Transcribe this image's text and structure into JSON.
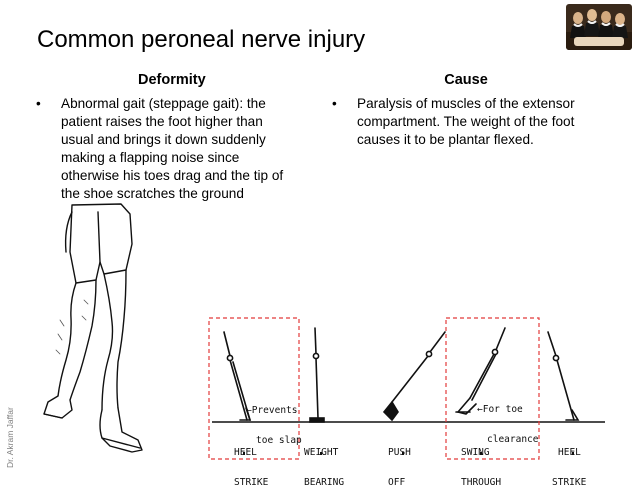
{
  "slide": {
    "title": "Common peroneal nerve injury",
    "credit": "Dr. Akram Jaffar",
    "thumbnail_icon": "anatomy-painting-thumbnail"
  },
  "deformity": {
    "heading": "Deformity",
    "lines": [
      "Abnormal gait (steppage gait): the",
      "patient raises the foot higher than",
      "usual and brings it down suddenly",
      "making a flapping noise since",
      "otherwise his toes drag and the tip of",
      "the shoe scratches the ground"
    ]
  },
  "cause": {
    "heading": "Cause",
    "lines": [
      "Paralysis of muscles of the extensor",
      "compartment. The weight of the foot",
      "causes it to be plantar flexed."
    ]
  },
  "gait": {
    "phases": [
      {
        "line1": "HEEL",
        "line2": "STRIKE"
      },
      {
        "line1": "WEIGHT",
        "line2": "BEARING"
      },
      {
        "line1": "PUSH",
        "line2": "OFF"
      },
      {
        "line1": "SWING",
        "line2": "THROUGH"
      },
      {
        "line1": "HEEL",
        "line2": "STRIKE"
      }
    ],
    "annotations": [
      {
        "line1": "←Prevents",
        "line2": "toe slap"
      },
      {
        "line1": "←For toe",
        "line2": "clearance"
      }
    ],
    "highlight_color": "#e23b3b"
  }
}
